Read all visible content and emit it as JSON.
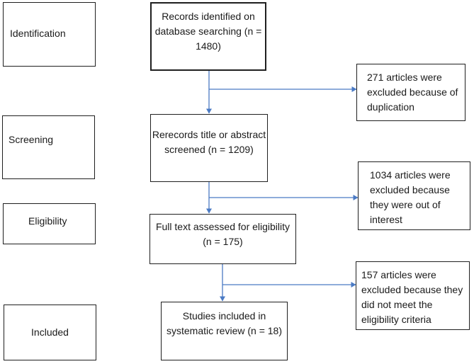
{
  "stages": {
    "identification": "Identification",
    "screening": "Screening",
    "eligibility": "Eligibility",
    "included": "Included"
  },
  "flow": {
    "identified": [
      "Records identified on",
      "database searching (n =",
      "1480)"
    ],
    "screened": [
      "Rerecords title or abstract",
      "screened (n = 1209)"
    ],
    "fulltext": [
      "Full text assessed for eligibility",
      "(n = 175)"
    ],
    "included": [
      "Studies included in",
      "systematic review (n = 18)"
    ]
  },
  "exclusions": {
    "duplicates": [
      "271 articles were",
      "excluded because of",
      "duplication"
    ],
    "interest": [
      "1034 articles were",
      "excluded because",
      "they were out of",
      "interest"
    ],
    "criteria": [
      "157 articles were",
      "excluded because they",
      "did not meet the",
      "eligibility criteria"
    ]
  },
  "colors": {
    "arrow": "#4a7ac4",
    "border": "#1f1f1f"
  }
}
